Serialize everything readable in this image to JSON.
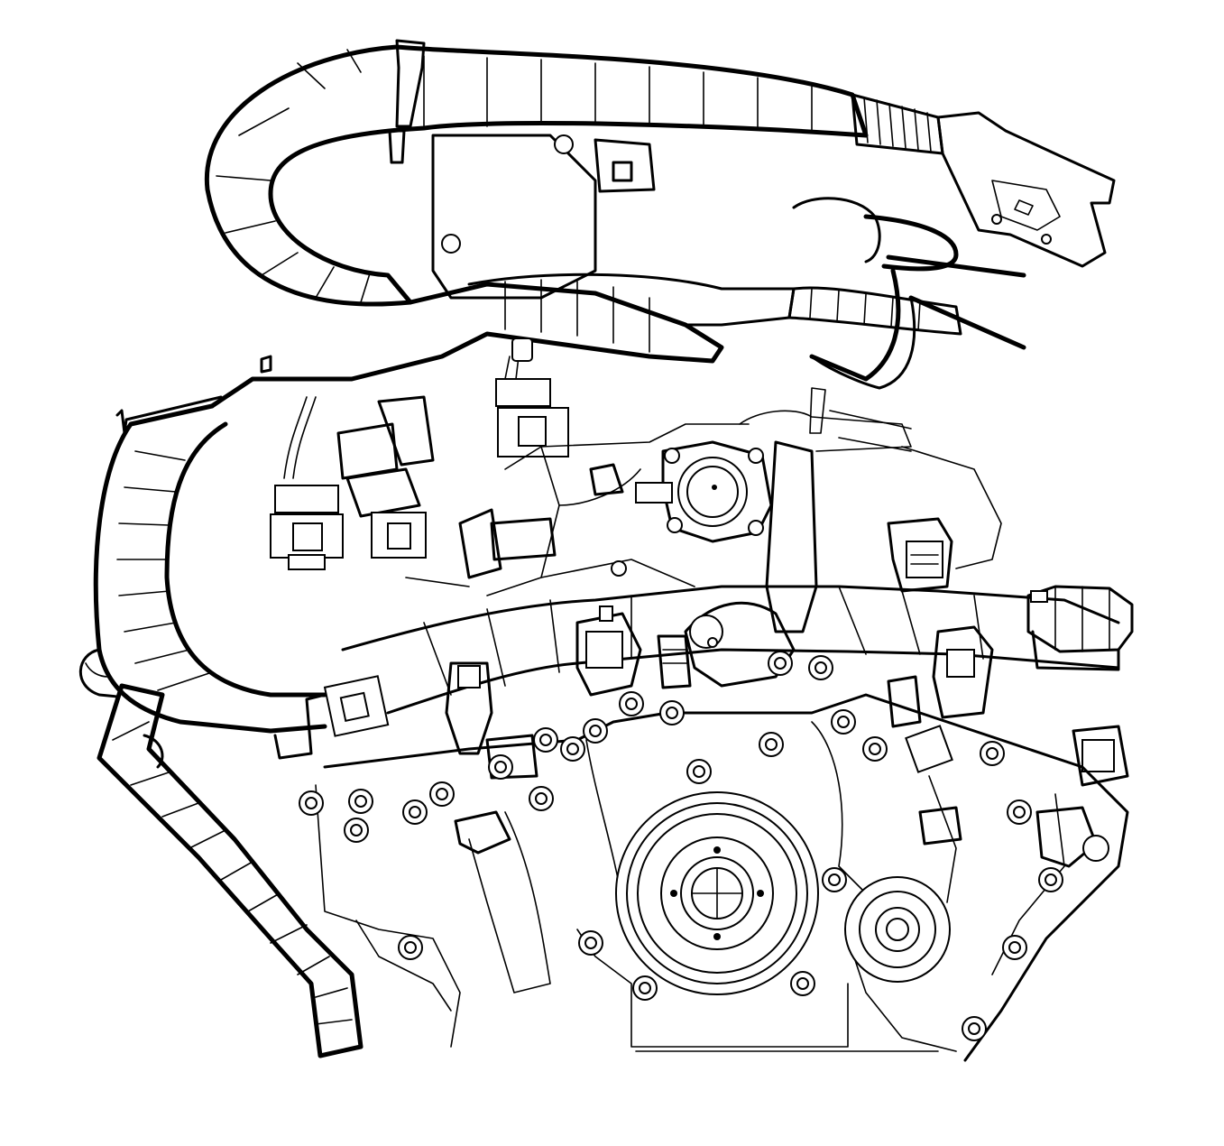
{
  "diagram": {
    "title": "",
    "labels": [],
    "colors": {
      "ink": "#000000",
      "paper": "#ffffff"
    },
    "components": [
      "wiring-harness",
      "harness-conduit",
      "electrical-connector",
      "throttle-body",
      "intake-manifold",
      "fuel-rail",
      "fuel-injector",
      "crankshaft-balancer",
      "idler-pulley",
      "engine-front-cover",
      "mounting-bolt"
    ]
  }
}
